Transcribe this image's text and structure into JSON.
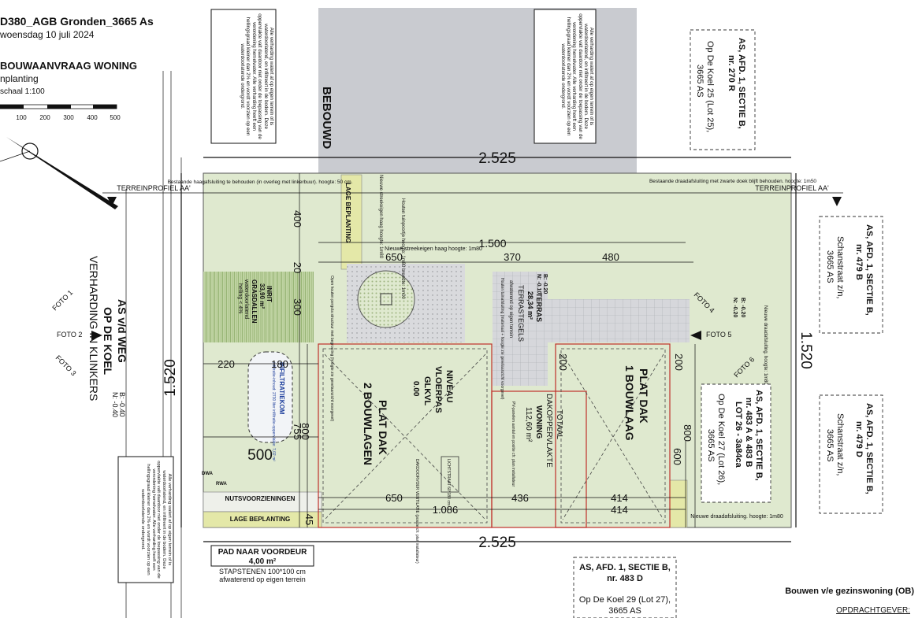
{
  "header": {
    "project": "D380_AGB Gronden_3665 As",
    "date": "woensdag 10 juli 2024",
    "title": "BOUWAANVRAAG WONING",
    "subtitle": "nplanting",
    "scale": "schaal 1:100",
    "scale_ticks": [
      "100",
      "200",
      "300",
      "400",
      "500"
    ]
  },
  "plan": {
    "bebouwd": "BEBOUWD",
    "dim_top": "2.525",
    "dim_bottom": "2.525",
    "dim_left": "1.520",
    "dim_right": "1.520",
    "dim_1500": "1.500",
    "dim_650_top": "650",
    "dim_370": "370",
    "dim_480": "480",
    "dim_400": "400",
    "dim_20": "20",
    "dim_300": "300",
    "dim_220": "220",
    "dim_180": "180",
    "dim_755": "755",
    "dim_800_left": "800",
    "dim_500": "500",
    "dim_45": "45",
    "dim_650_bottom": "650",
    "dim_1086": "1.086",
    "dim_436": "436",
    "dim_414_a": "414",
    "dim_414_b": "414",
    "dim_200_terras": "200",
    "dim_200_right": "200",
    "dim_800_right": "800",
    "dim_600": "600",
    "terreinprofiel_left": "TERREINPROFIEL AA'",
    "terreinprofiel_right": "TERREINPROFIEL AA'",
    "foto1": "FOTO 1",
    "foto2": "FOTO 2",
    "foto3": "FOTO 3",
    "foto4": "FOTO 4",
    "foto5": "FOTO 5",
    "foto6": "FOTO 6",
    "road_line1": "AS v/d WEG",
    "road_line2": "OP DE KOEL",
    "road_line3": "VERHARDING IN KLINKERS",
    "hedge_note": "Bestaande haagafsluiting te behouden (in overleg met linkerbuur). hoogte: 50 cm.",
    "wire_note": "Bestaande draadafsluiting met zwarte doek blijft behouden. hoogte: 1m50",
    "new_wire_right": "Nieuwe draadafsluiting. hoogte: 1m80",
    "new_wire_bottom": "Nieuwe draadafsluiting. hoogte: 1m80",
    "lage_beplanting_top": "LAGE BEPLANTING",
    "lage_beplanting_bottom": "LAGE BEPLANTING",
    "nutsvoorzieningen": "NUTSVOORZIENINGEN",
    "streekeigen_haag_1": "Nieuwe streekeigen haag hoogte: 1m80",
    "streekeigen_haag_2": "Nieuwe streekeigen haag hoogte: 1m80",
    "tuinpoortje": "Houten tuinpoortje hoogte: 1m80 breedte: 1m00",
    "inrit": "INRIT",
    "inrit_area": "33,90 m²",
    "grasdallen": "GRASDALLEN",
    "waterdoorlatend": "waterdoorlatend",
    "helling": "helling < 4%",
    "pergola": "Open houten pergola structuur met begroeiing (hoogte zie gevelaanzicht voorgevel)",
    "terras": "TERRAS",
    "terras_area": "28,34 m²",
    "terrastegels": "TERRASTEGELS",
    "afwaterend": "afwaterend op eigen terrein",
    "tuinafsluiting": "Houten tuinafsluiting (materiaal + hoogte zie gevelaanzicht voorgevel)",
    "b_left": "B: -0.40",
    "n_left": "N: -0.40",
    "b_terras": "B: -0.20",
    "n_terras": "N: -0.10",
    "b_right": "B: -0.20",
    "n_right": "N: -0.20",
    "infiltratiekom": "INFILTRATIEKOM",
    "infiltratie_sub": "infiltratie-inhoud: 2730 liter infiltratie-oppervlakte: 7,02 m²",
    "niveau1": "NIVEAU",
    "niveau2": "VLOERPAS",
    "niveau3": "GLKVL",
    "niveau4": "0.00",
    "platdak2_1": "PLAT DAK",
    "platdak2_2": "2 BOUWLAGEN",
    "platdak1_1": "PLAT DAK",
    "platdak1_2": "1 BOUWLAAG",
    "totaal1": "TOTAAL",
    "totaal2": "DAKOPPERVLAKTE",
    "totaal3": "WONING",
    "totaal4": "112,60 m²",
    "pv": "PV-panelen aantal en positie cfr. plan installateur",
    "dakdoorvoer": "DAKDOORVOER VENTILATIE (positie cfr. plan installateur)",
    "lichtstraat": "LICHTSTRAAT 60*180 cm",
    "dwa": "DWA",
    "rwa": "RWA",
    "paad": "PAD NAAR VOORDEUR",
    "paad_area": "4,00 m²",
    "stapstenen": "STAPSTENEN 100*100 cm",
    "stapstenen_sub": "afwaterend op eigen terrein",
    "note_rain": "Alle verharding watert af op eigen terrein of is waterdoorlatend, en infiltreert in de bodem. Deze oppervlakte valt daardoor niet onder de toepassing van de verordening hemelwater. Alle verharding heeft een hellingsgraad kleiner dan 2% en wordt voorzien op een waterdoorlatende ondergrond."
  },
  "neighbors": [
    {
      "line1": "AS, AFD. 1, SECTIE B,",
      "line2": "nr. 270 R",
      "addr1": "Op De Koel 25 (Lot 25),",
      "addr2": "3665 AS"
    },
    {
      "line1": "AS, AFD. 1, SECTIE B,",
      "line2": "nr. 479 B",
      "addr1": "Schanstraat z/n,",
      "addr2": "3665 AS"
    },
    {
      "line1": "AS, AFD. 1, SECTIE B,",
      "line2": "nr. 483 A & 483 B",
      "line3": "LOT 26 - 3a84ca",
      "addr1": "Op De Koel 27 (Lot 26),",
      "addr2": "3665 AS"
    },
    {
      "line1": "AS, AFD. 1, SECTIE B,",
      "line2": "nr. 479 D",
      "addr1": "Schanstraat z/n,",
      "addr2": "3665 AS"
    },
    {
      "line1": "AS, AFD. 1, SECTIE B,",
      "line2": "nr. 483 D",
      "addr1": "Op De Koel 29 (Lot 27),",
      "addr2": "3665 AS"
    }
  ],
  "footer": {
    "bouwen": "Bouwen v/e gezinswoning (OB)",
    "opdrachtgever": "OPDRACHTGEVER:"
  },
  "colors": {
    "garden": "#dfe9cf",
    "bebouwd": "#c9cbd0",
    "red_outline": "#c0302a",
    "blue_text": "#1c3d9c"
  }
}
